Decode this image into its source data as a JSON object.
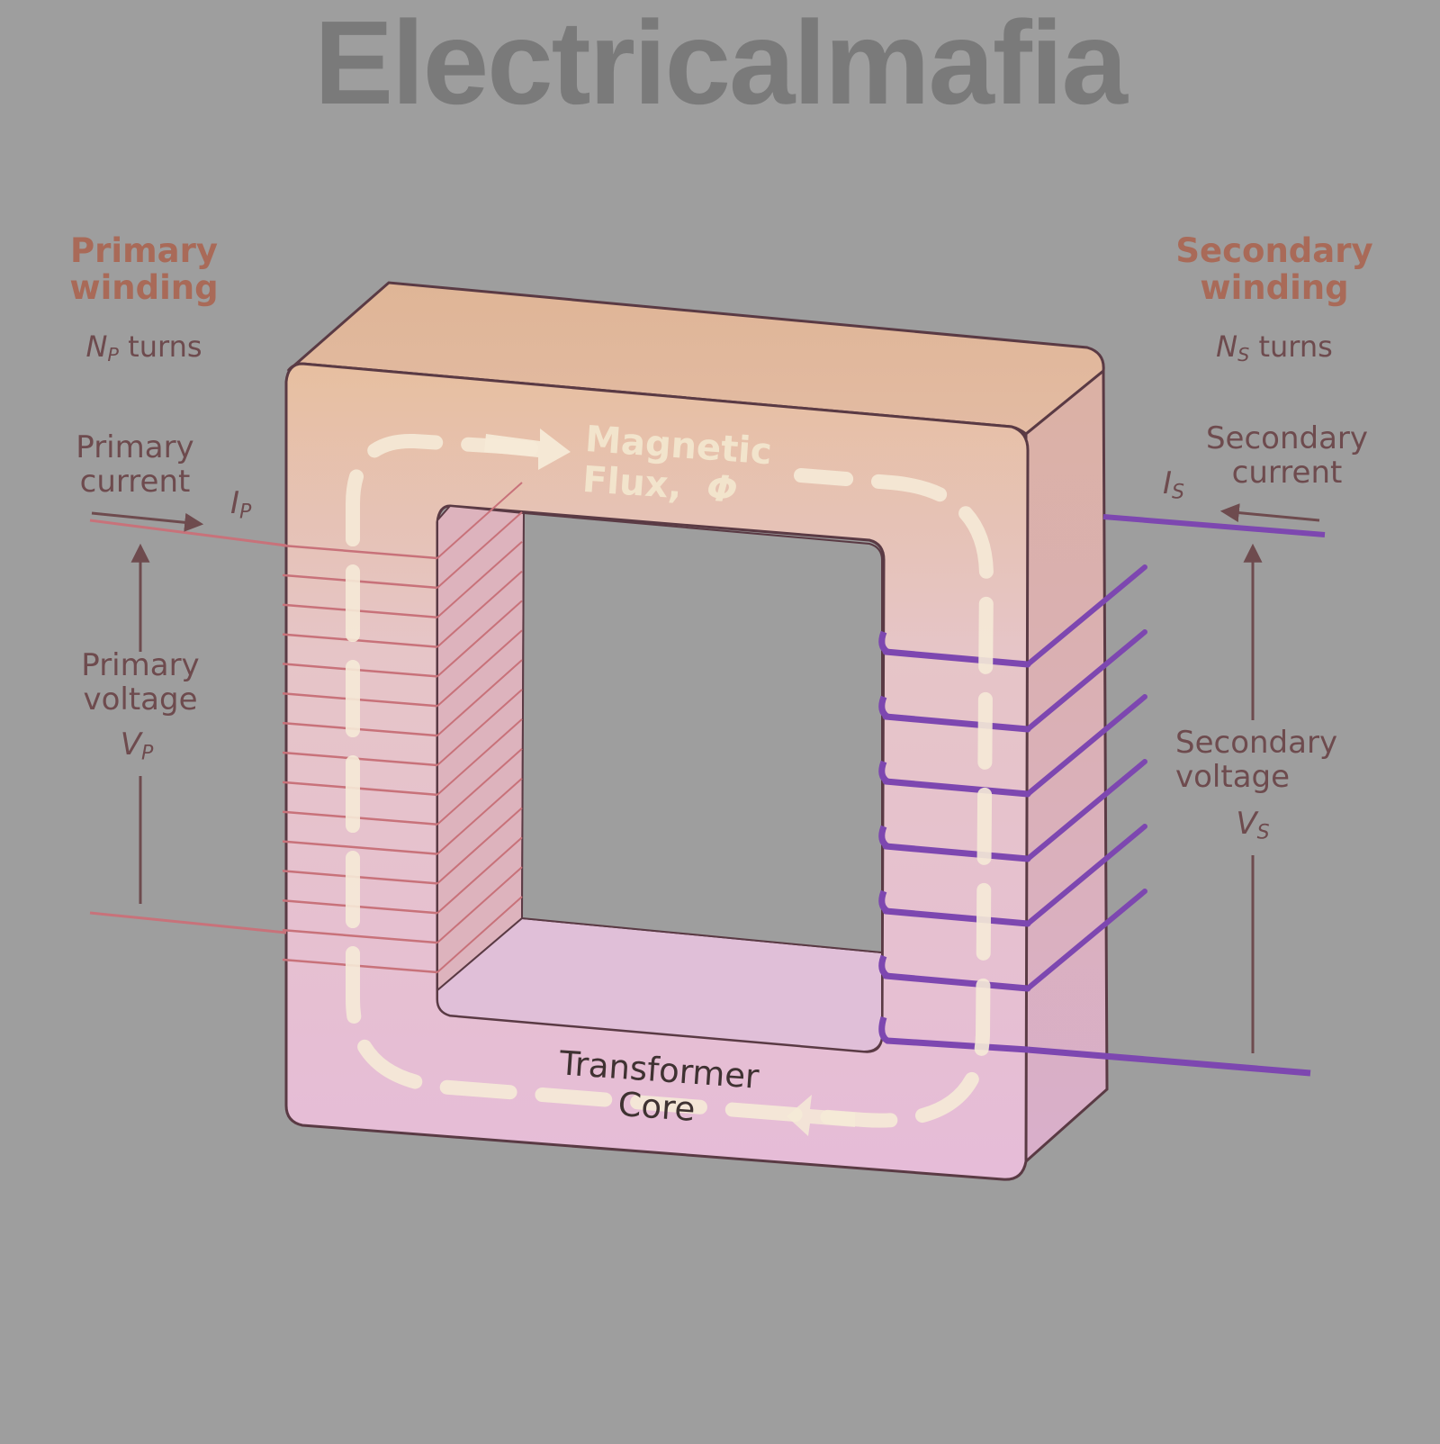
{
  "watermark": "Electricalmafia",
  "primary": {
    "title_line1": "Primary",
    "title_line2": "winding",
    "turns_symbol": "N",
    "turns_subscript": "P",
    "turns_word": "turns",
    "current_line1": "Primary",
    "current_line2": "current",
    "current_symbol": "I",
    "current_subscript": "P",
    "voltage_line1": "Primary",
    "voltage_line2": "voltage",
    "voltage_symbol": "V",
    "voltage_subscript": "P",
    "turn_count": 15
  },
  "secondary": {
    "title_line1": "Secondary",
    "title_line2": "winding",
    "turns_symbol": "N",
    "turns_subscript": "S",
    "turns_word": "turns",
    "current_line1": "Secondary",
    "current_line2": "current",
    "current_symbol": "I",
    "current_subscript": "S",
    "voltage_line1": "Secondary",
    "voltage_line2": "voltage",
    "voltage_symbol": "V",
    "voltage_subscript": "S",
    "turn_count": 6
  },
  "flux": {
    "line1": "Magnetic",
    "line2": "Flux,",
    "symbol": "Φ"
  },
  "core": {
    "line1": "Transformer",
    "line2": "Core"
  },
  "colors": {
    "background": "#9e9e9e",
    "primary_winding": "#c8727a",
    "secondary_winding": "#7d47b0",
    "flux_path": "#f5ead7",
    "core_outline": "#5a3a44"
  }
}
